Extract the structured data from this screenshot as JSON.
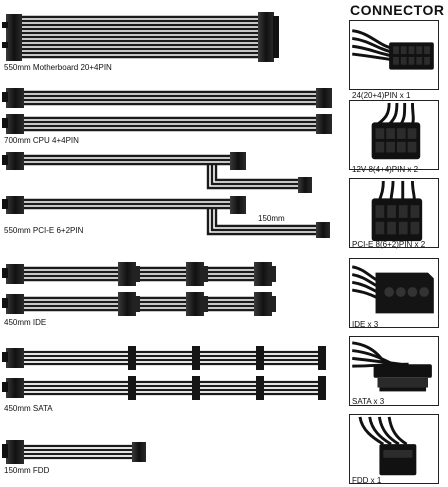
{
  "connector_heading": "CONNECTOR",
  "cables": [
    {
      "name": "mb",
      "label": "550mm  Motherboard 20+4PIN"
    },
    {
      "name": "cpu",
      "label": "700mm  CPU 4+4PIN"
    },
    {
      "name": "pcie",
      "label": "550mm  PCI-E 6+2PIN",
      "branch_label": "150mm"
    },
    {
      "name": "ide",
      "label": "450mm  IDE"
    },
    {
      "name": "sata",
      "label": "450mm  SATA"
    },
    {
      "name": "fdd",
      "label": "150mm  FDD"
    }
  ],
  "connectors": [
    {
      "name": "atx-24pin",
      "caption": "24(20+4)PIN x 1",
      "icon": "atx-24pin-connector-icon"
    },
    {
      "name": "eps-8pin",
      "caption": "12V 8(4+4)PIN x 2",
      "icon": "eps-8pin-connector-icon"
    },
    {
      "name": "pcie-8pin",
      "caption": "PCI-E 8(6+2)PIN x 2",
      "icon": "pcie-8pin-connector-icon"
    },
    {
      "name": "ide",
      "caption": "IDE x 3",
      "icon": "molex-connector-icon"
    },
    {
      "name": "sata",
      "caption": "SATA x 3",
      "icon": "sata-connector-icon"
    },
    {
      "name": "fdd",
      "caption": "FDD x 1",
      "icon": "fdd-connector-icon"
    }
  ]
}
